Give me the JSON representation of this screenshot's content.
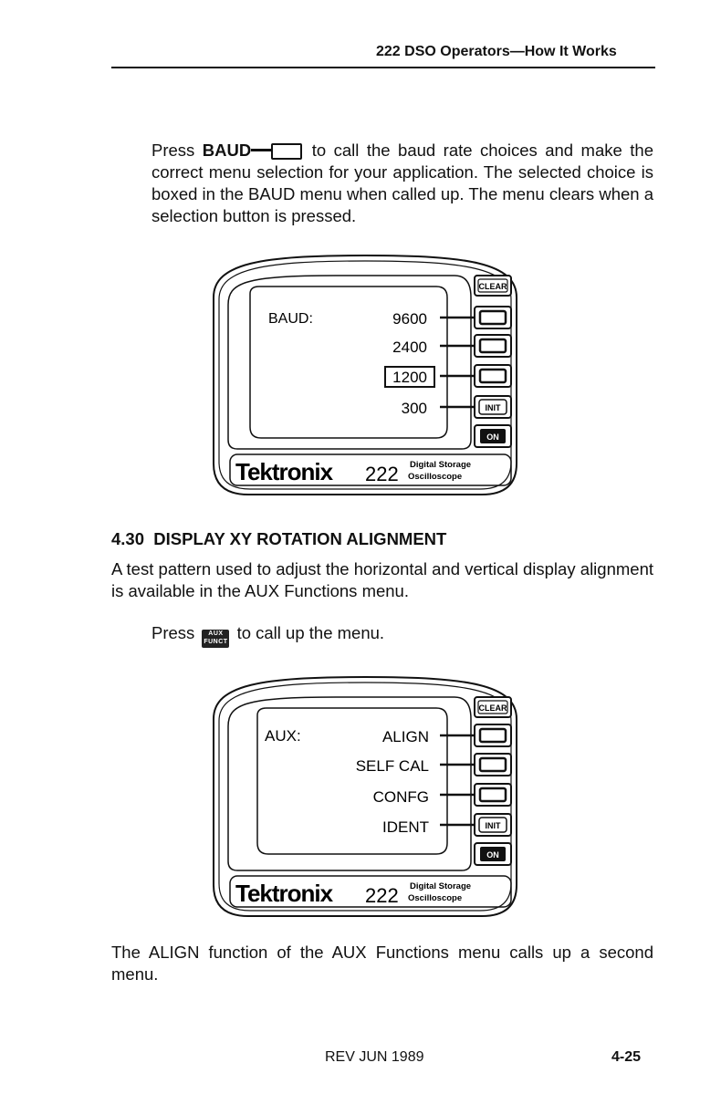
{
  "running_head": "222 DSO Operators—How It Works",
  "para1": {
    "press": "Press ",
    "baud": "BAUD",
    "rest": " to call the baud rate choices and make the correct menu selection for your application. The selected choice is boxed in the BAUD menu when called up. The menu clears when a selection button is pressed."
  },
  "figure1": {
    "menu_label": "BAUD:",
    "options": [
      "9600",
      "2400",
      "1200",
      "300"
    ],
    "boxed_option": "1200",
    "clear_key": "CLEAR",
    "init_key": "INIT",
    "on_key": "ON",
    "brand": "Tektronix",
    "model": "222",
    "model_line1": "Digital Storage",
    "model_line2": "Oscilloscope"
  },
  "section": {
    "number": "4.30",
    "title": "DISPLAY XY ROTATION ALIGNMENT"
  },
  "para2": "A test pattern used to adjust the horizontal and vertical display alignment is available in the AUX Functions menu.",
  "para3": {
    "press": "Press ",
    "key_line1": "AUX",
    "key_line2": "FUNCT",
    "rest": " to call up the menu."
  },
  "figure2": {
    "menu_label": "AUX:",
    "options": [
      "ALIGN",
      "SELF CAL",
      "CONFG",
      "IDENT"
    ],
    "clear_key": "CLEAR",
    "init_key": "INIT",
    "on_key": "ON",
    "brand": "Tektronix",
    "model": "222",
    "model_line1": "Digital Storage",
    "model_line2": "Oscilloscope"
  },
  "para4": "The ALIGN function of the AUX Functions menu calls up a second menu.",
  "footer": {
    "revision": "REV JUN 1989",
    "page_number": "4-25"
  }
}
